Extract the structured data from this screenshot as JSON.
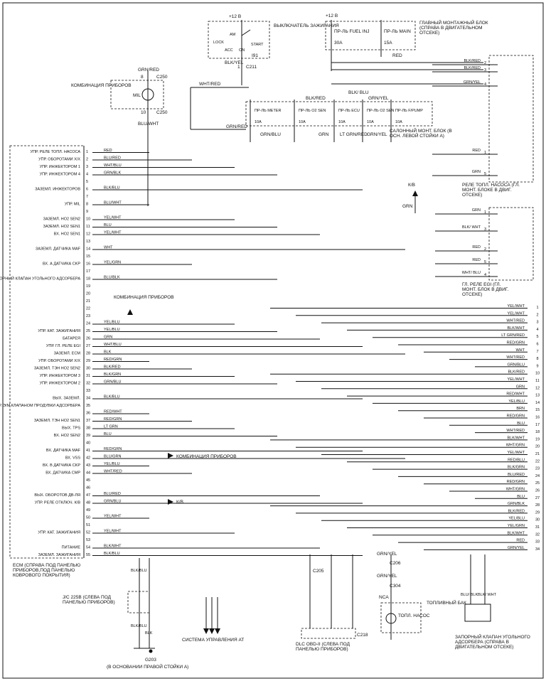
{
  "ecm": {
    "pins": [
      {
        "n": "1",
        "label": "УПР. РЕЛЕ ТОПЛ. НАСОСА",
        "wire": "RED"
      },
      {
        "n": "2",
        "label": "УПР. ОБОРОТАМИ Х/Х",
        "wire": "BLU/RED"
      },
      {
        "n": "3",
        "label": "УПР. ИНЖЕКТОРОМ 1",
        "wire": "WHT/BLU"
      },
      {
        "n": "4",
        "label": "УПР. ИНЖЕКТОРОМ 4",
        "wire": "GRN/BLK"
      },
      {
        "n": "5",
        "label": "",
        "wire": ""
      },
      {
        "n": "6",
        "label": "ЗАЗЕМЛ. ИНЖЕКТОРОВ",
        "wire": "BLK/BLU"
      },
      {
        "n": "7",
        "label": "",
        "wire": ""
      },
      {
        "n": "8",
        "label": "УПР. MIL",
        "wire": "BLU/WHT"
      },
      {
        "n": "9",
        "label": "",
        "wire": ""
      },
      {
        "n": "10",
        "label": "ЗАЗЕМЛ. HO2 SEN2",
        "wire": "YEL/WHT"
      },
      {
        "n": "11",
        "label": "ЗАЗЕМЛ. HO2 SEN1",
        "wire": "BLU"
      },
      {
        "n": "12",
        "label": "ВХ. HO2 SEN1",
        "wire": "YEL/WHT"
      },
      {
        "n": "13",
        "label": "",
        "wire": ""
      },
      {
        "n": "14",
        "label": "ЗАЗЕМЛ. ДАТЧИКА MAF",
        "wire": "WHT"
      },
      {
        "n": "15",
        "label": "",
        "wire": ""
      },
      {
        "n": "16",
        "label": "ВХ. А ДАТЧИКА CKP",
        "wire": "YEL/GRN"
      },
      {
        "n": "17",
        "label": "",
        "wire": ""
      },
      {
        "n": "18",
        "label": "ЗАПОРНЫЙ КЛАПАН УГОЛЬНОГО АДСОРБЕРА",
        "wire": "BLU/BLK"
      },
      {
        "n": "19",
        "label": "",
        "wire": ""
      },
      {
        "n": "20",
        "label": "",
        "wire": ""
      },
      {
        "n": "21",
        "label": "",
        "wire": ""
      },
      {
        "n": "22",
        "label": "",
        "wire": ""
      },
      {
        "n": "23",
        "label": "",
        "wire": ""
      },
      {
        "n": "24",
        "label": "",
        "wire": "YEL/BLU"
      },
      {
        "n": "25",
        "label": "УПР. КАТ. ЗАЖИГАНИЯ",
        "wire": "YEL/BLU"
      },
      {
        "n": "26",
        "label": "БАТАРЕЯ",
        "wire": "GRN"
      },
      {
        "n": "27",
        "label": "УПР. ГЛ. РЕЛЕ EGI",
        "wire": "WHT/BLU"
      },
      {
        "n": "28",
        "label": "ЗАЗЕМЛ. ECM",
        "wire": "BLK"
      },
      {
        "n": "29",
        "label": "УПР. ОБОРОТАМИ Х/Х",
        "wire": "RED/GRN"
      },
      {
        "n": "30",
        "label": "ЗАЗЕМЛ. ТЭН HO2 SEN2",
        "wire": "BLK/RED"
      },
      {
        "n": "31",
        "label": "УПР. ИНЖЕКТОРОМ 3",
        "wire": "BLK/GRN"
      },
      {
        "n": "32",
        "label": "УПР. ИНЖЕКТОРОМ 2",
        "wire": "GRN/BLU"
      },
      {
        "n": "33",
        "label": "",
        "wire": ""
      },
      {
        "n": "34",
        "label": "ВЫХ. ЗАЗЕМЛ.",
        "wire": "BLK/BLU"
      },
      {
        "n": "35",
        "label": "УПР. Э/М КЛАПАНОМ ПРОДУВКИ АДСОРБЕРА",
        "wire": ""
      },
      {
        "n": "36",
        "label": "",
        "wire": "RED/WHT"
      },
      {
        "n": "37",
        "label": "ЗАЗЕМЛ. ТЭН HO2 SEN1",
        "wire": "RED/GRN"
      },
      {
        "n": "38",
        "label": "ВЫХ. TPS",
        "wire": "LT GRN"
      },
      {
        "n": "39",
        "label": "ВХ. HO2 SEN2",
        "wire": "BLU"
      },
      {
        "n": "40",
        "label": "",
        "wire": ""
      },
      {
        "n": "41",
        "label": "ВХ. ДАТЧИКА MAF",
        "wire": "RED/GRN"
      },
      {
        "n": "42",
        "label": "ВХ. VSS",
        "wire": "BLU/GRN"
      },
      {
        "n": "43",
        "label": "ВХ. В ДАТЧИКА CKP",
        "wire": "YEL/BLU"
      },
      {
        "n": "44",
        "label": "ВХ. ДАТЧИКА CMP",
        "wire": "WHT/RED"
      },
      {
        "n": "45",
        "label": "",
        "wire": ""
      },
      {
        "n": "46",
        "label": "",
        "wire": ""
      },
      {
        "n": "47",
        "label": "ВЫХ. ОБОРОТОВ ДВ-ЛЯ",
        "wire": "BLU/RED"
      },
      {
        "n": "48",
        "label": "УПР. РЕЛЕ ОТКЛЮЧ. К/В",
        "wire": "GRN/BLU"
      },
      {
        "n": "49",
        "label": "",
        "wire": ""
      },
      {
        "n": "50",
        "label": "",
        "wire": "YEL/WHT"
      },
      {
        "n": "51",
        "label": "",
        "wire": ""
      },
      {
        "n": "52",
        "label": "УПР. КАТ. ЗАЖИГАНИЯ",
        "wire": "YEL/WHT"
      },
      {
        "n": "53",
        "label": "",
        "wire": ""
      },
      {
        "n": "54",
        "label": "ПИТАНИЕ",
        "wire": "BLK/WHT"
      },
      {
        "n": "55",
        "label": "ЗАЗЕМЛ. ЗАЖИГАНИЯ",
        "wire": "BLK/BLU"
      }
    ],
    "caption": "ECM (СПРАВА ПОД ПАНЕЛЬЮ ПРИБОРОВ,ПОД ПАНЕЛЬЮ КОВРОВОГО ПОКРЫТИЯ)"
  },
  "right_terminals": [
    {
      "n": "1",
      "wire": "YEL/WHT"
    },
    {
      "n": "2",
      "wire": "YEL/WHT"
    },
    {
      "n": "3",
      "wire": "WHT/RED"
    },
    {
      "n": "4",
      "wire": "BLK/WHT"
    },
    {
      "n": "5",
      "wire": "LT GRN/RED"
    },
    {
      "n": "6",
      "wire": "RED/GRN"
    },
    {
      "n": "7",
      "wire": "WHT"
    },
    {
      "n": "8",
      "wire": "WHT/RED"
    },
    {
      "n": "9",
      "wire": "GRN/BLU"
    },
    {
      "n": "10",
      "wire": "BLK/RED"
    },
    {
      "n": "11",
      "wire": "YEL/WHT"
    },
    {
      "n": "12",
      "wire": "GRN"
    },
    {
      "n": "13",
      "wire": "RED/WHT"
    },
    {
      "n": "14",
      "wire": "YEL/BLU"
    },
    {
      "n": "15",
      "wire": "BRN"
    },
    {
      "n": "16",
      "wire": "RED/GRN"
    },
    {
      "n": "17",
      "wire": "BLU"
    },
    {
      "n": "18",
      "wire": "WHT/RED"
    },
    {
      "n": "19",
      "wire": "BLK/WHT"
    },
    {
      "n": "20",
      "wire": "WHT/GRN"
    },
    {
      "n": "21",
      "wire": "YEL/WHT"
    },
    {
      "n": "22",
      "wire": "RED/BLU"
    },
    {
      "n": "23",
      "wire": "BLK/GRN"
    },
    {
      "n": "24",
      "wire": "BLU/RED"
    },
    {
      "n": "25",
      "wire": "RED/GRN"
    },
    {
      "n": "26",
      "wire": "WHT/GRN"
    },
    {
      "n": "27",
      "wire": "BLU"
    },
    {
      "n": "28",
      "wire": "GRN/BLK"
    },
    {
      "n": "29",
      "wire": "BLK/RED"
    },
    {
      "n": "30",
      "wire": "YEL/BLU"
    },
    {
      "n": "31",
      "wire": "YEL/GRN"
    },
    {
      "n": "32",
      "wire": "BLK/WHT"
    },
    {
      "n": "33",
      "wire": "RED"
    },
    {
      "n": "34",
      "wire": "GRN/YEL"
    }
  ],
  "ignition": {
    "title": "ВЫКЛЮЧАТЕЛЬ ЗАЖИГАНИЯ",
    "supply": "+12 В",
    "positions": [
      "AM",
      "LOCK",
      "ACC",
      "ON",
      "START"
    ],
    "connector": "I91",
    "wire_out": "BLK/YEL",
    "pin_out": "1",
    "connector2": "C211"
  },
  "main_fuse_block": {
    "title": "ГЛАВНЫЙ МОНТАЖНЫЙ БЛОК (СПРАВА В ДВИГАТЕЛЬНОМ ОТСЕКЕ)",
    "supply": "+12 В",
    "fuse1": {
      "name": "ПР-ЛЬ FUEL INJ",
      "rating": "30A"
    },
    "fuse2": {
      "name": "ПР-ЛЬ MAIN",
      "rating": "15A"
    }
  },
  "cabin_fuse_block": {
    "title": "САЛОННЫЙ МОНТ. БЛОК (В ОСН. ЛЕВОЙ СТОЙКИ А)",
    "fuses": [
      {
        "name": "ПР-ЛЬ METER",
        "rating": "10A"
      },
      {
        "name": "ПР-ЛЬ O2 SEN",
        "rating": "10A"
      },
      {
        "name": "ПР-ЛЬ ECU",
        "rating": "10A"
      },
      {
        "name": "ПР-ЛЬ O2 SEN",
        "rating": "10A"
      },
      {
        "name": "ПР-ЛЬ F/PUMP",
        "rating": "10A"
      }
    ],
    "wires_below": [
      "GRN/BLU",
      "GRN",
      "LT GRN/RED",
      "GRN/YEL"
    ]
  },
  "instrument_cluster": {
    "title": "КОМБИНАЦИЯ ПРИБОРОВ",
    "lamp": "MIL",
    "wire_top": "GRN/RED",
    "wire_bottom": "BLU/WHT",
    "pin_top": "8",
    "pin_bottom": "10",
    "connector": "C250"
  },
  "top_wires": {
    "wht_red": "WHT/RED",
    "grn_red": "GRN/RED",
    "blk_red": "BLK/RED",
    "red": "RED",
    "blk_blu": "BLK/ BLU",
    "grn_yel": "GRN/YEL"
  },
  "fuel_pump_relay": {
    "title": "РЕЛЕ ТОПЛ. НАСОСА (ГЛ. МОНТ. БЛОКЕ В ДВИГ. ОТСЕКЕ)",
    "pins": [
      {
        "n": "2",
        "wire": "BLK/RED"
      },
      {
        "n": "3",
        "wire": "BLK/RED"
      },
      {
        "n": "4",
        "wire": "GRN/YEL"
      },
      {
        "n": "1",
        "wire": "RED"
      },
      {
        "n": "5",
        "wire": "GRN"
      }
    ]
  },
  "egi_relay": {
    "title": "ГЛ. РЕЛЕ EGI (ГЛ. МОНТ. БЛОК В ДВИГ. ОТСЕКЕ)",
    "pins": [
      {
        "n": "1",
        "wire": "GRN"
      },
      {
        "n": "3",
        "wire": "BLK/ WHT"
      },
      {
        "n": "2",
        "wire": "RED"
      },
      {
        "n": "5",
        "wire": "RED"
      },
      {
        "n": "4",
        "wire": "WHT/ BLU"
      }
    ]
  },
  "labels": {
    "kv": "К/В",
    "grn": "GRN",
    "cluster_ref": "КОМБИНАЦИЯ ПРИБОРОВ",
    "jc": "J/C 225B (СЛЕВА ПОД ПАНЕЛЬЮ ПРИБОРОВ)",
    "at": "СИСТЕМА УПРАВЛЕНИЯ АТ",
    "dlc": "DLC OBD-II (СЛЕВА ПОД ПАНЕЛЬЮ ПРИБОРОВ)",
    "ground": "G203",
    "ground_loc": "(В ОСНОВАНИИ ПРАВОЙ СТОЙКИ А)",
    "fuel_tank": "ТОПЛИВНЫЙ БАК",
    "fuel_pump": "ТОПЛ. НАСОС",
    "canister": "ЗАПОРНЫЙ КЛАПАН УГОЛЬНОГО АДСОРБЕРА (СПРАВА В ДВИГАТЕЛЬНОМ ОТСЕКЕ)",
    "c205": "C205",
    "c206": "C206",
    "c304": "C304",
    "c218": "C218",
    "brn": "BRN",
    "grn_yel": "GRN/YEL",
    "nca": "NCA",
    "blk_blu": "BLK/BLU",
    "blk_red": "BLK/RED",
    "blk_wht": "BLK",
    "blu_red": "BLU/RED",
    "lt_grn": "LT GRN",
    "wht_grn": "WHT/GRN",
    "blk": "BLK",
    "blu_blk": "BLU/ BLK",
    "blk_wht2": "BLK/ WHT"
  }
}
